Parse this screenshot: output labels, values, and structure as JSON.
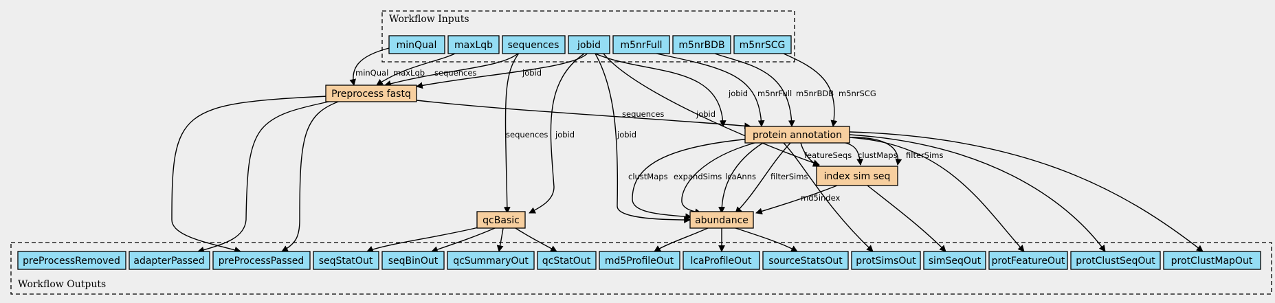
{
  "clusters": {
    "inputs_label": "Workflow Inputs",
    "outputs_label": "Workflow Outputs"
  },
  "colors": {
    "io_fill": "#94ddf4",
    "step_fill": "#f7cf9f",
    "background": "#eeeeee",
    "stroke": "#000000"
  },
  "inputs": {
    "minQual": "minQual",
    "maxLqb": "maxLqb",
    "sequences": "sequences",
    "jobid": "jobid",
    "m5nrFull": "m5nrFull",
    "m5nrBDB": "m5nrBDB",
    "m5nrSCG": "m5nrSCG"
  },
  "steps": {
    "preprocess": "Preprocess fastq",
    "protein": "protein annotation",
    "index": "index sim seq",
    "qcbasic": "qcBasic",
    "abundance": "abundance"
  },
  "outputs": {
    "preProcessRemoved": "preProcessRemoved",
    "adapterPassed": "adapterPassed",
    "preProcessPassed": "preProcessPassed",
    "seqStatOut": "seqStatOut",
    "seqBinOut": "seqBinOut",
    "qcSummaryOut": "qcSummaryOut",
    "qcStatOut": "qcStatOut",
    "md5ProfileOut": "md5ProfileOut",
    "lcaProfileOut": "lcaProfileOut",
    "sourceStatsOut": "sourceStatsOut",
    "protSimsOut": "protSimsOut",
    "simSeqOut": "simSeqOut",
    "protFeatureOut": "protFeatureOut",
    "protClustSeqOut": "protClustSeqOut",
    "protClustMapOut": "protClustMapOut"
  },
  "edge_labels": {
    "minQual": "minQual",
    "maxLqb": "maxLqb",
    "sequences_pp": "sequences",
    "jobid_pp": "jobid",
    "jobid_prot": "jobid",
    "m5nrFull": "m5nrFull",
    "m5nrBDB": "m5nrBDB",
    "m5nrSCG": "m5nrSCG",
    "sequences_prot": "sequences",
    "jobid_index": "jobid",
    "sequences_qc": "sequences",
    "jobid_qc": "jobid",
    "jobid_ab": "jobid",
    "featureSeqs": "featureSeqs",
    "clustMaps_idx": "clustMaps",
    "filterSims_idx": "filterSims",
    "clustMaps_ab": "clustMaps",
    "expandSims": "expandSims",
    "lcaAnns": "lcaAnns",
    "filterSims_ab": "filterSims",
    "md5index": "md5index"
  }
}
